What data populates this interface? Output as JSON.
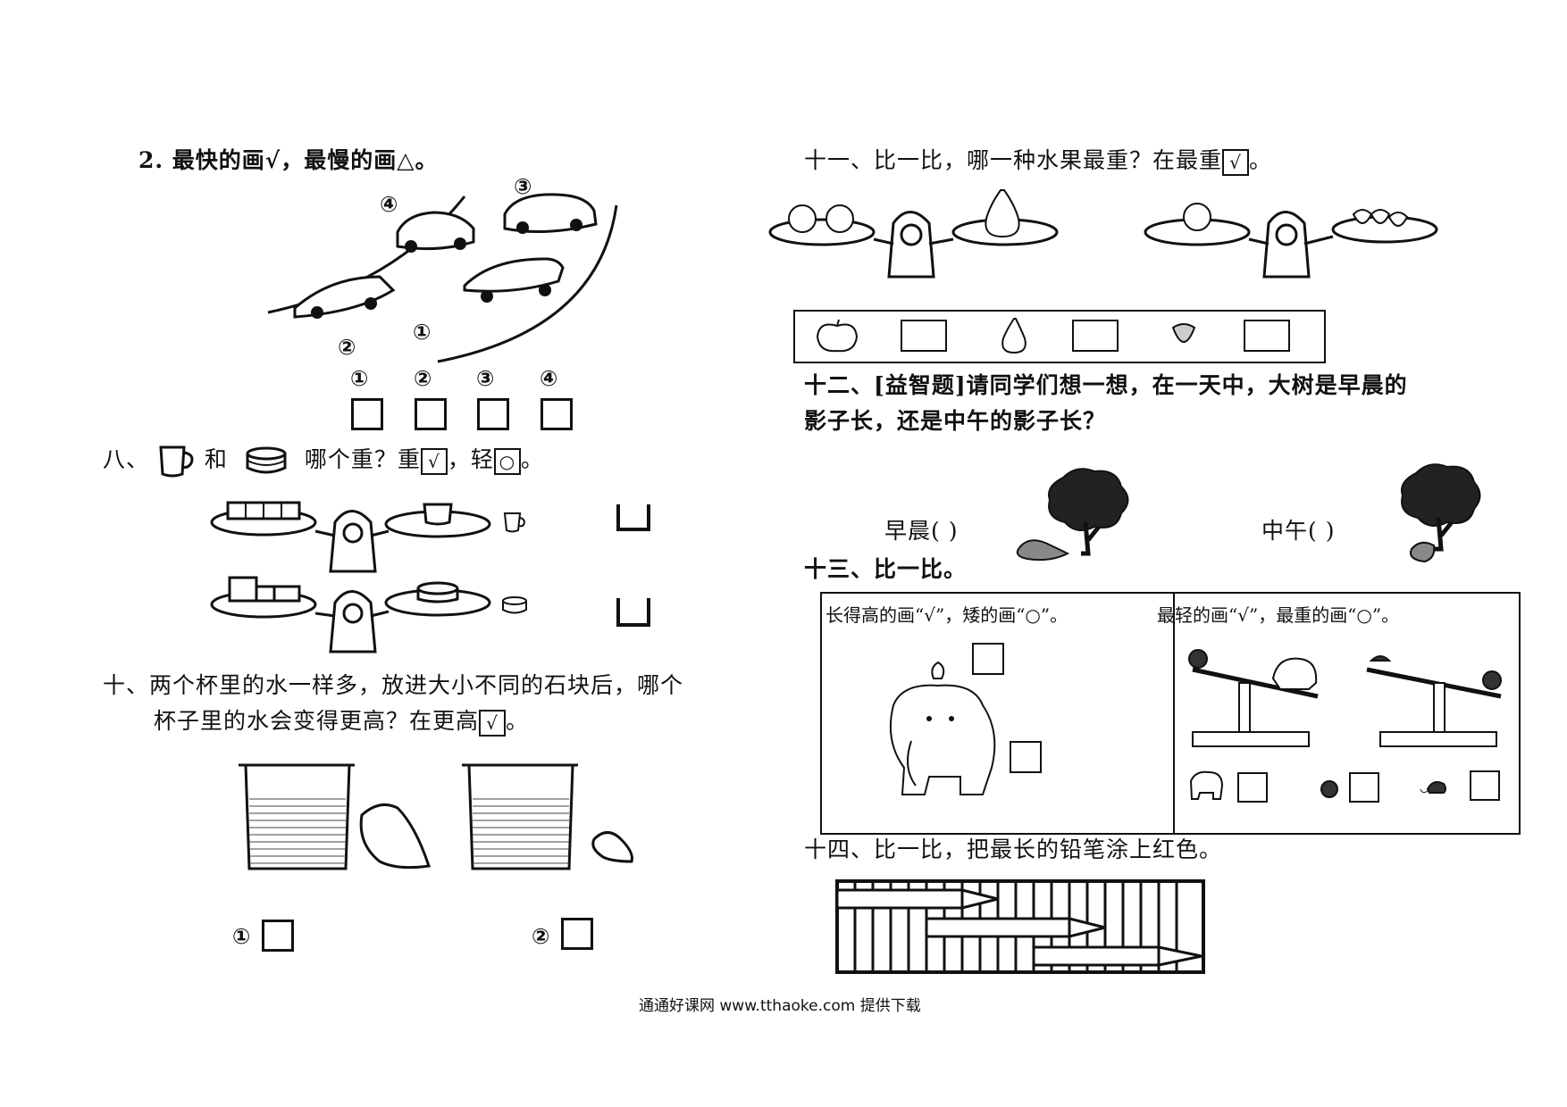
{
  "footer": "通通好课网  www.tthaoke.com  提供下载",
  "left": {
    "q2": {
      "text": "2. 最快的画√，最慢的画△。",
      "car_labels": [
        "④",
        "③",
        "②",
        "①"
      ],
      "answer_labels": [
        "①",
        "②",
        "③",
        "④"
      ]
    },
    "q8": {
      "prefix": "八、",
      "mid": "和",
      "tail": "哪个重？重",
      "check": "√",
      "light": "，轻",
      "circle": "○",
      "end": "。"
    },
    "q10": {
      "line1": "十、两个杯里的水一样多，放进大小不同的石块后，哪个",
      "line2": "杯子里的水会变得更高？在更高",
      "check": "√",
      "end": "。",
      "labels": [
        "①",
        "②"
      ]
    }
  },
  "right": {
    "q11": {
      "text": "十一、比一比，哪一种水果最重？在最重",
      "check": "√",
      "end": "。"
    },
    "q12": {
      "line1": "十二、[益智题]请同学们想一想，在一天中，大树是早晨的",
      "line2": "影子长，还是中午的影子长？",
      "morning": "早晨(     )",
      "noon": "中午(     )"
    },
    "q13": {
      "text": "十三、比一比。",
      "left_instr": "长得高的画“√”，矮的画“○”。",
      "right_instr": "最轻的画“√”，最重的画“○”。"
    },
    "q14": {
      "text": "十四、比一比，把最长的铅笔涂上红色。"
    }
  }
}
